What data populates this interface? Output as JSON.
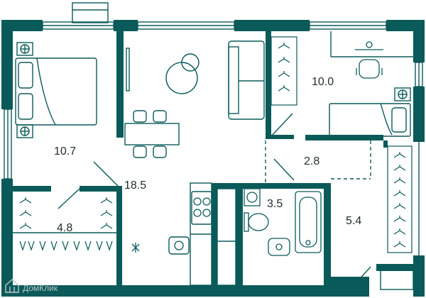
{
  "colors": {
    "wall": "#0b5a5a",
    "line": "#0b5a5a",
    "paper": "#ffffff",
    "text": "#1f2a2e",
    "watermark": "#bcc6c8"
  },
  "rooms": [
    {
      "id": "bedroom",
      "area": "10.7"
    },
    {
      "id": "living-kitchen",
      "area": "18.5"
    },
    {
      "id": "study-bedroom",
      "area": "10.0"
    },
    {
      "id": "corridor",
      "area": "2.8"
    },
    {
      "id": "bathroom",
      "area": "3.5"
    },
    {
      "id": "hall",
      "area": "5.4"
    },
    {
      "id": "wardrobe",
      "area": "4.8"
    }
  ],
  "watermark": {
    "text": "ДомКлик",
    "icon": "house-icon"
  }
}
